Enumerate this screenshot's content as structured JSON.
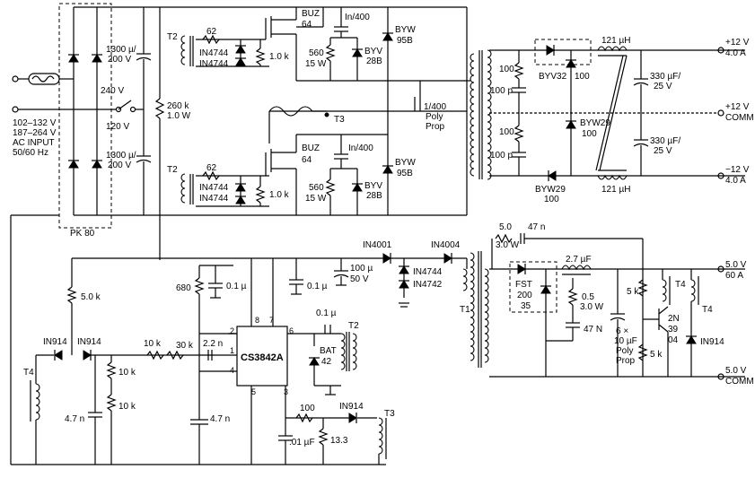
{
  "labels": {
    "input_range_1": "102–132 V",
    "input_range_2": "187–264 V",
    "input_ac": "AC INPUT",
    "input_freq": "50/60 Hz",
    "sw_240": "240 V",
    "sw_120": "120 V",
    "pk80": "PK 80",
    "cap_bulk_top": "1300 µ/",
    "cap_bulk_top_v": "200 V",
    "cap_bulk_bot": "1300 µ/",
    "cap_bulk_bot_v": "200 V",
    "r260k": "260 k",
    "r260k_w": "1.0 W",
    "t2_top": "T2",
    "t2_bot": "T2",
    "r62_top": "62",
    "r62_bot": "62",
    "in4744_a": "IN4744",
    "in4744_b": "IN4744",
    "in4744_c": "IN4744",
    "in4744_d": "IN4744",
    "r1k_top": "1.0 k",
    "r1k_bot": "1.0 k",
    "buz_top": "BUZ",
    "buz_top_n": "64",
    "buz_bot": "BUZ",
    "buz_bot_n": "64",
    "cin400_top": "In/400",
    "cin400_bot": "In/400",
    "r560_top": "560",
    "r560_top_w": "15 W",
    "r560_bot": "560",
    "r560_bot_w": "15 W",
    "byv_top": "BYV",
    "byv_top_n": "28B",
    "byv_bot": "BYV",
    "byv_bot_n": "28B",
    "byw_top": "BYW",
    "byw_top_n": "95B",
    "byw_bot": "BYW",
    "byw_bot_n": "95B",
    "t3_mid": "T3",
    "cpoly_1": "1/400",
    "cpoly_2": "Poly",
    "cpoly_3": "Prop",
    "r100_a": "100",
    "c100p_a": "100 p",
    "r100_b": "100",
    "c100p_b": "100 p",
    "byv32": "BYV32",
    "byv32_n": "100",
    "byw29_top": "BYW29",
    "byw29_top_n": "100",
    "byw29_bot": "BYW29",
    "byw29_bot_n": "100",
    "l121_top": "121 µH",
    "l121_bot": "121 µH",
    "c330_top": "330 µF/",
    "c330_top_v": "25 V",
    "c330_bot": "330 µF/",
    "c330_bot_v": "25 V",
    "out1_v": "+12 V",
    "out1_a": "4.0 A",
    "out2_v": "+12 V",
    "out2_a": "COMM",
    "out3_v": "−12 V",
    "out3_a": "4.0 A",
    "in4001": "IN4001",
    "in4004": "IN4004",
    "in4744_e": "IN4744",
    "in4742": "IN4742",
    "c100u": "100 µ",
    "c100u_v": "50 V",
    "t1": "T1",
    "r5k0": "5.0 k",
    "r680": "680",
    "c01_a": "0.1 µ",
    "c01_b": "0.1 µ",
    "c01_c": "0.1 µ",
    "ic": "CS3842A",
    "pin8": "8",
    "pin7": "7",
    "pin6": "6",
    "pin2": "2",
    "pin1": "1",
    "pin4": "4",
    "pin5": "5",
    "pin3": "3",
    "bat": "BAT",
    "bat_n": "42",
    "t2_ic": "T2",
    "in914_a": "IN914",
    "in914_b": "IN914",
    "in914_c": "IN914",
    "in914_d": "IN914",
    "t4_left": "T4",
    "r10k_a": "10 k",
    "r10k_b": "10 k",
    "r10k_c": "10 k",
    "r30k": "30 k",
    "c22n": "2.2 n",
    "c47n_left": "4.7 n",
    "c47n_mid": "4.7 n",
    "r100_fb": "100",
    "c01uf": ".01 µF",
    "r133": "13.3",
    "t3_bot": "T3",
    "r50_snub": "5.0",
    "r50_snub_w": "3.0 W",
    "c47n_snub": "47 n",
    "fst": "FST",
    "fst_n1": "200",
    "fst_n2": "35",
    "l27": "2.7 µF",
    "r05": "0.5",
    "r05_w": "3.0 W",
    "c47N": "47 N",
    "c6x": "6 ×",
    "c6x_2": "10 µF",
    "c6x_3": "Poly",
    "c6x_4": "Prop",
    "r5k_a": "5 k",
    "r5k_b": "5 k",
    "t4_a": "T4",
    "t4_b": "T4",
    "q2n": "2N",
    "q2n_b": "39",
    "q2n_c": "04",
    "out4_v": "5.0 V",
    "out4_a": "60 A",
    "out5_v": "5.0 V",
    "out5_a": "COMM"
  }
}
